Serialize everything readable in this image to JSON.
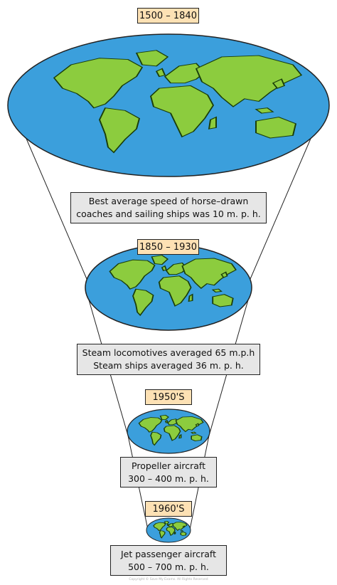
{
  "eras": [
    {
      "label": "1500 – 1840",
      "caption": [
        "Best average speed of horse–drawn",
        "coaches and sailing ships was 10 m. p. h."
      ]
    },
    {
      "label": "1850 – 1930",
      "caption": [
        "Steam locomotives averaged 65 m.p.h",
        "Steam ships averaged 36 m. p. h."
      ]
    },
    {
      "label": "1950'S",
      "caption": [
        "Propeller aircraft",
        "300 – 400 m. p. h."
      ]
    },
    {
      "label": "1960'S",
      "caption": [
        "Jet passenger aircraft",
        "500 – 700 m. p. h."
      ]
    }
  ],
  "copyright": "Copyright © Save My Exams. All Rights Reserved",
  "colors": {
    "ocean": "#3b9fdc",
    "land": "#8ccc3e",
    "label_bg": "#fde1b4",
    "caption_bg": "#e6e6e6",
    "outline": "#222222"
  }
}
